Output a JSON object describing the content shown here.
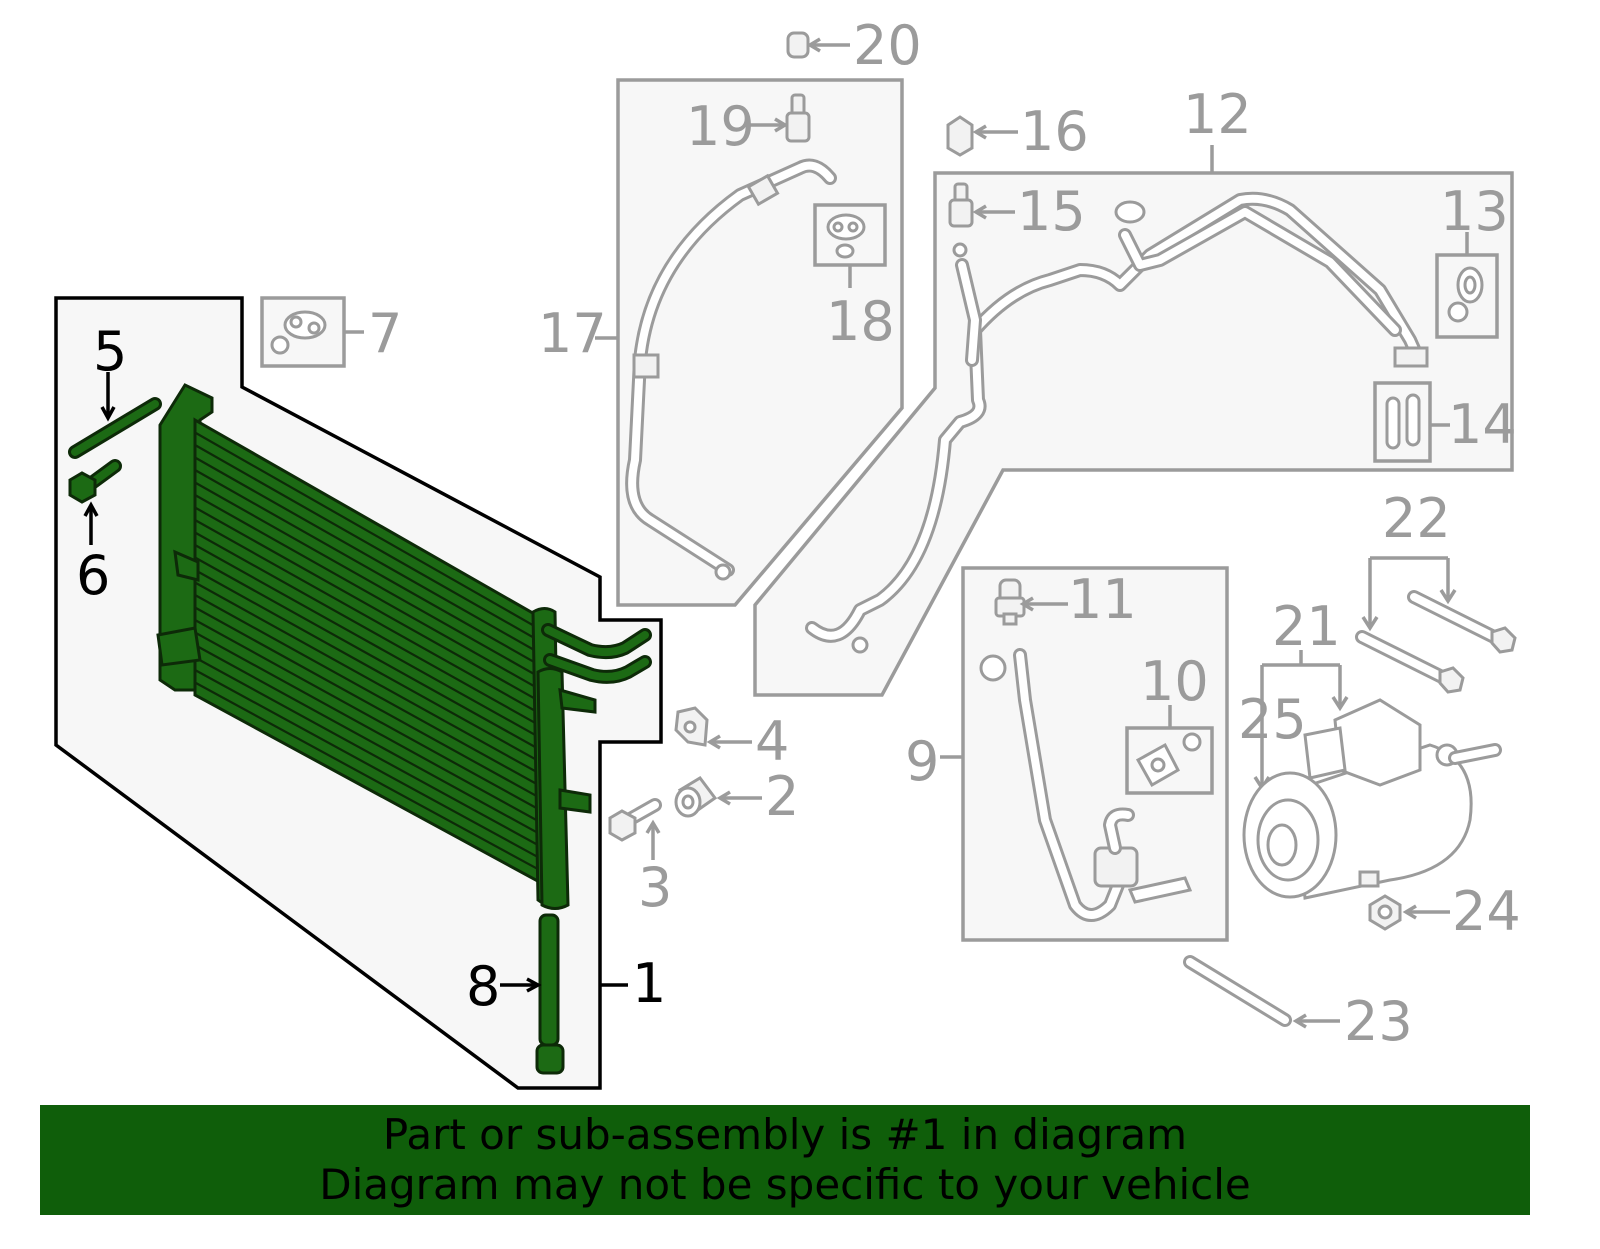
{
  "diagram": {
    "callouts": {
      "c1": "1",
      "c2": "2",
      "c3": "3",
      "c4": "4",
      "c5": "5",
      "c6": "6",
      "c7": "7",
      "c8": "8",
      "c9": "9",
      "c10": "10",
      "c11": "11",
      "c12": "12",
      "c13": "13",
      "c14": "14",
      "c15": "15",
      "c16": "16",
      "c17": "17",
      "c18": "18",
      "c19": "19",
      "c20": "20",
      "c21": "21",
      "c22": "22",
      "c23": "23",
      "c24": "24",
      "c25": "25"
    },
    "highlighted_part": "1",
    "colors": {
      "highlight": "#1c6a14",
      "outline_gray": "#9b9b9b",
      "banner_bg": "#0f5e0a"
    }
  },
  "banner": {
    "line1": "Part or sub-assembly is #1 in diagram",
    "line2": "Diagram may not be specific to your vehicle"
  }
}
